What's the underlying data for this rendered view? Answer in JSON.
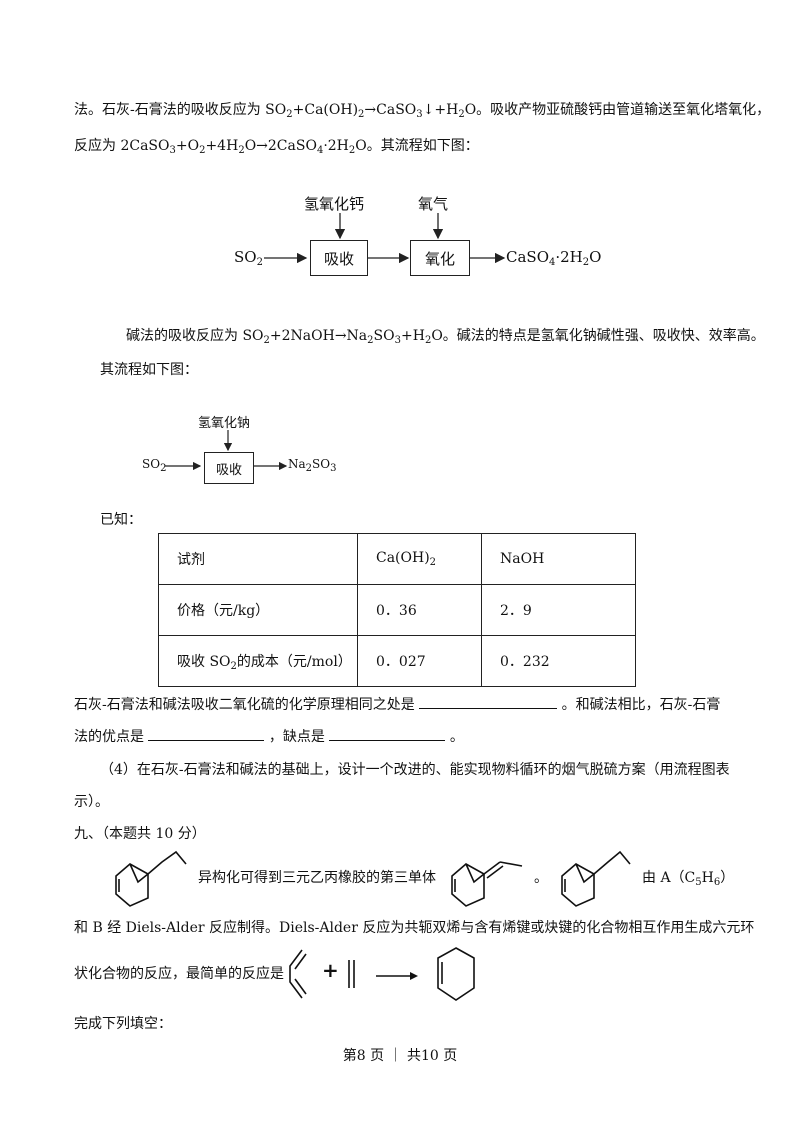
{
  "para1": {
    "l1_a": "法。石灰-石膏法的吸收反应为 SO",
    "l1_b": "+Ca(OH)",
    "l1_c": "→CaSO",
    "l1_d": "↓+H",
    "l1_e": "O。吸收产物亚硫酸钙由管道输送至氧化塔氧化，",
    "l2_a": "反应为 2CaSO",
    "l2_b": "+O",
    "l2_c": "+4H",
    "l2_d": "O→2CaSO",
    "l2_e": "·2H",
    "l2_f": "O。其流程如下图：",
    "sub2": "2",
    "sub3": "3",
    "sub4": "4"
  },
  "flow1": {
    "input": "SO",
    "input_sub": "2",
    "reagent1": "氢氧化钙",
    "box1": "吸收",
    "reagent2": "氧气",
    "box2": "氧化",
    "output": "CaSO",
    "output_sub": "4",
    "output_tail": "·2H",
    "output_sub2": "2",
    "output_end": "O"
  },
  "para2": {
    "l1_a": "碱法的吸收反应为 SO",
    "l1_b": "+2NaOH→Na",
    "l1_c": "SO",
    "l1_d": "+H",
    "l1_e": "O。碱法的特点是氢氧化钠碱性强、吸收快、效率高。",
    "l2": "其流程如下图："
  },
  "flow2": {
    "reagent": "氢氧化钠",
    "input": "SO",
    "input_sub": "2",
    "box": "吸收",
    "output": "Na",
    "output_sub": "2",
    "output_mid": "SO",
    "output_sub2": "3"
  },
  "known_label": "已知：",
  "table": {
    "h_reagent": "试剂",
    "h_caoh_a": "Ca(OH)",
    "h_caoh_sub": "2",
    "h_naoh": "NaOH",
    "r1_label": "价格（元/kg）",
    "r1_ca": "0．36",
    "r1_na": "2．9",
    "r2_label_a": "吸收 SO",
    "r2_label_sub": "2",
    "r2_label_b": "的成本（元/mol）",
    "r2_ca": "0．027",
    "r2_na": "0．232"
  },
  "question3": {
    "l1_a": "石灰-石膏法和碱法吸收二氧化硫的化学原理相同之处是",
    "l1_b": "。和碱法相比，石灰-石膏",
    "l2_a": "法的优点是",
    "l2_b": "，缺点是",
    "l2_c": "。"
  },
  "question4": {
    "l1": "（4）在石灰-石膏法和碱法的基础上，设计一个改进的、能实现物料循环的烟气脱硫方案（用流程图表",
    "l2": "示）。"
  },
  "section9": {
    "heading": "九、（本题共 10 分）",
    "l1_a": "异构化可得到三元乙丙橡胶的第三单体",
    "l1_dot": "。",
    "l1_b": "由 A（C",
    "l1_sub5": "5",
    "l1_c": "H",
    "l1_sub6": "6",
    "l1_d": "）",
    "l2": "和 B 经 Diels-Alder 反应制得。Diels-Alder 反应为共轭双烯与含有烯键或炔键的化合物相互作用生成六元环",
    "l3": "状化合物的反应，最简单的反应是",
    "plus": "+",
    "l4": "完成下列填空："
  },
  "footer": {
    "page": "第8 页 ｜ 共10 页"
  }
}
